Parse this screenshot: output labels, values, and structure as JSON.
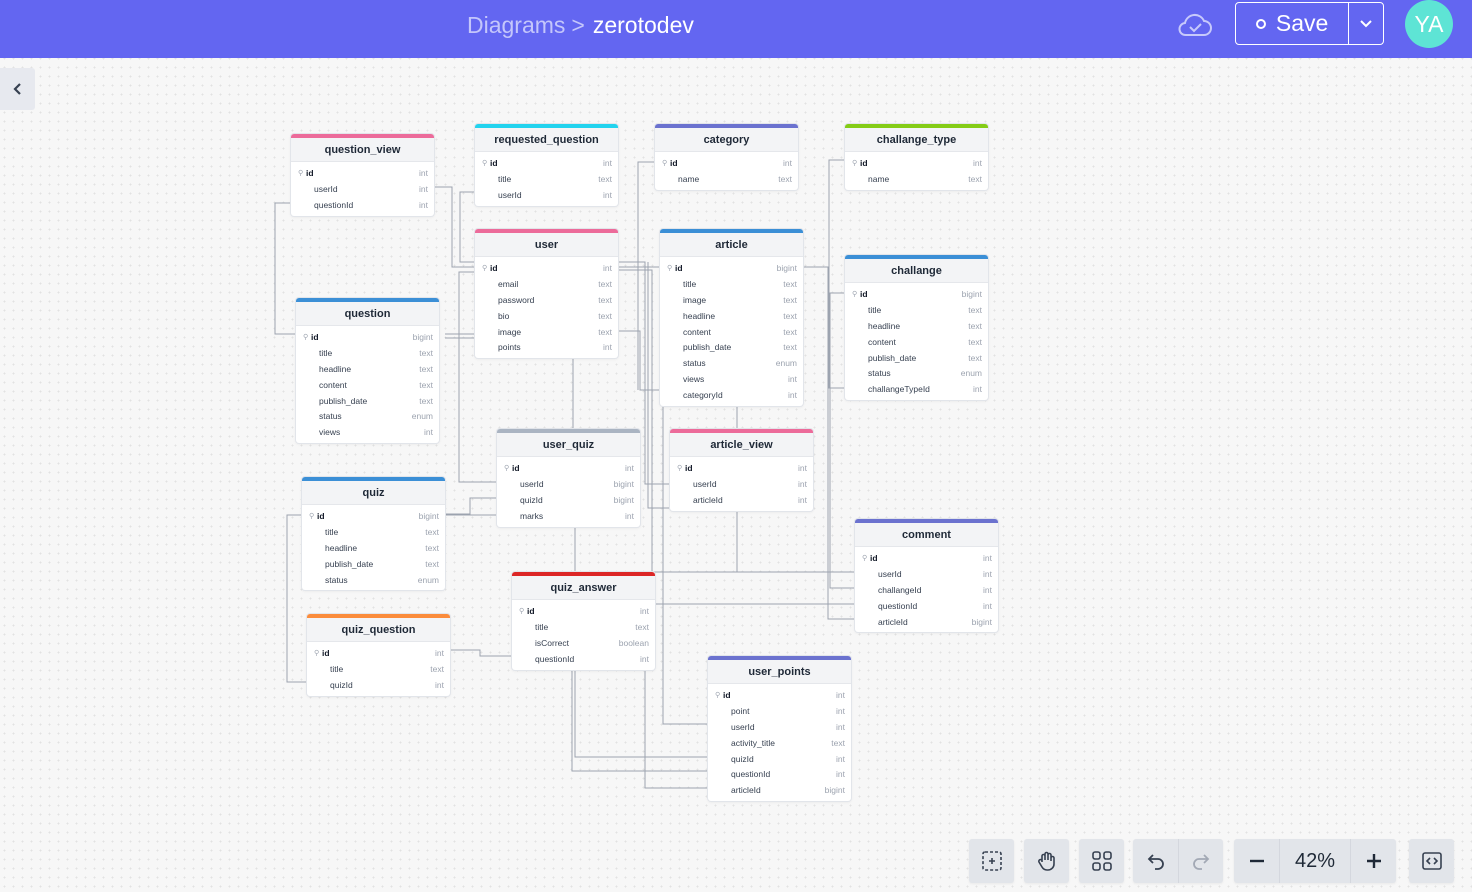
{
  "header": {
    "breadcrumb_root": "Diagrams",
    "breadcrumb_sep": ">",
    "breadcrumb_current": "zerotodev",
    "save_label": "Save",
    "avatar_initials": "YA",
    "bg_color": "#6366f1"
  },
  "zoom": {
    "value": "42%"
  },
  "tables": [
    {
      "name": "question_view",
      "color": "#ec6b9a",
      "fields": [
        [
          "id",
          "int"
        ],
        [
          "userId",
          "int"
        ],
        [
          "questionId",
          "int"
        ]
      ]
    },
    {
      "name": "requested_question",
      "color": "#22d3ee",
      "fields": [
        [
          "id",
          "int"
        ],
        [
          "title",
          "text"
        ],
        [
          "userId",
          "int"
        ]
      ]
    },
    {
      "name": "category",
      "color": "#6b72cf",
      "fields": [
        [
          "id",
          "int"
        ],
        [
          "name",
          "text"
        ]
      ]
    },
    {
      "name": "challange_type",
      "color": "#84cc16",
      "fields": [
        [
          "id",
          "int"
        ],
        [
          "name",
          "text"
        ]
      ]
    },
    {
      "name": "user",
      "color": "#ec6b9a",
      "fields": [
        [
          "id",
          "int"
        ],
        [
          "email",
          "text"
        ],
        [
          "password",
          "text"
        ],
        [
          "bio",
          "text"
        ],
        [
          "image",
          "text"
        ],
        [
          "points",
          "int"
        ]
      ]
    },
    {
      "name": "article",
      "color": "#3b8fd6",
      "fields": [
        [
          "id",
          "bigint"
        ],
        [
          "title",
          "text"
        ],
        [
          "image",
          "text"
        ],
        [
          "headline",
          "text"
        ],
        [
          "content",
          "text"
        ],
        [
          "publish_date",
          "text"
        ],
        [
          "status",
          "enum"
        ],
        [
          "views",
          "int"
        ],
        [
          "categoryId",
          "int"
        ]
      ]
    },
    {
      "name": "challange",
      "color": "#3b8fd6",
      "fields": [
        [
          "id",
          "bigint"
        ],
        [
          "title",
          "text"
        ],
        [
          "headline",
          "text"
        ],
        [
          "content",
          "text"
        ],
        [
          "publish_date",
          "text"
        ],
        [
          "status",
          "enum"
        ],
        [
          "challangeTypeId",
          "int"
        ]
      ]
    },
    {
      "name": "question",
      "color": "#3b8fd6",
      "fields": [
        [
          "id",
          "bigint"
        ],
        [
          "title",
          "text"
        ],
        [
          "headline",
          "text"
        ],
        [
          "content",
          "text"
        ],
        [
          "publish_date",
          "text"
        ],
        [
          "status",
          "enum"
        ],
        [
          "views",
          "int"
        ]
      ]
    },
    {
      "name": "user_quiz",
      "color": "#aab4c2",
      "fields": [
        [
          "id",
          "int"
        ],
        [
          "userId",
          "bigint"
        ],
        [
          "quizId",
          "bigint"
        ],
        [
          "marks",
          "int"
        ]
      ]
    },
    {
      "name": "article_view",
      "color": "#ec6b9a",
      "fields": [
        [
          "id",
          "int"
        ],
        [
          "userId",
          "int"
        ],
        [
          "articleId",
          "int"
        ]
      ]
    },
    {
      "name": "quiz",
      "color": "#3b8fd6",
      "fields": [
        [
          "id",
          "bigint"
        ],
        [
          "title",
          "text"
        ],
        [
          "headline",
          "text"
        ],
        [
          "publish_date",
          "text"
        ],
        [
          "status",
          "enum"
        ]
      ]
    },
    {
      "name": "comment",
      "color": "#6b72cf",
      "fields": [
        [
          "id",
          "int"
        ],
        [
          "userId",
          "int"
        ],
        [
          "challangeId",
          "int"
        ],
        [
          "questionId",
          "int"
        ],
        [
          "articleId",
          "bigint"
        ]
      ]
    },
    {
      "name": "quiz_answer",
      "color": "#dc2626",
      "fields": [
        [
          "id",
          "int"
        ],
        [
          "title",
          "text"
        ],
        [
          "isCorrect",
          "boolean"
        ],
        [
          "questionId",
          "int"
        ]
      ]
    },
    {
      "name": "quiz_question",
      "color": "#fb8c3c",
      "fields": [
        [
          "id",
          "int"
        ],
        [
          "title",
          "text"
        ],
        [
          "quizId",
          "int"
        ]
      ]
    },
    {
      "name": "user_points",
      "color": "#6b72cf",
      "fields": [
        [
          "id",
          "int"
        ],
        [
          "point",
          "int"
        ],
        [
          "userId",
          "int"
        ],
        [
          "activity_title",
          "text"
        ],
        [
          "quizId",
          "int"
        ],
        [
          "questionId",
          "int"
        ],
        [
          "articleId",
          "bigint"
        ]
      ]
    }
  ]
}
